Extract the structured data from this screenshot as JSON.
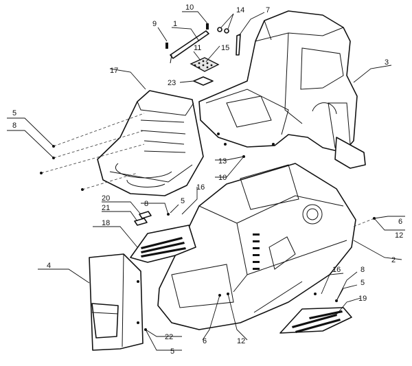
{
  "callouts": {
    "c1": "1",
    "c2": "2",
    "c3": "3",
    "c4": "4",
    "c5a": "5",
    "c5b": "5",
    "c5c": "5",
    "c5d": "5",
    "c6a": "6",
    "c6b": "6",
    "c7": "7",
    "c8a": "8",
    "c8b": "8",
    "c8c": "8",
    "c9": "9",
    "c10a": "10",
    "c10b": "10",
    "c11": "11",
    "c12a": "12",
    "c12b": "12",
    "c13": "13",
    "c14": "14",
    "c15": "15",
    "c16a": "16",
    "c16b": "16",
    "c17": "17",
    "c18": "18",
    "c19": "19",
    "c20": "20",
    "c21": "21",
    "c22": "22",
    "c23": "23"
  },
  "colors": {
    "line": "#111111",
    "fill": "#ffffff",
    "shade": "#e6e6e6"
  }
}
